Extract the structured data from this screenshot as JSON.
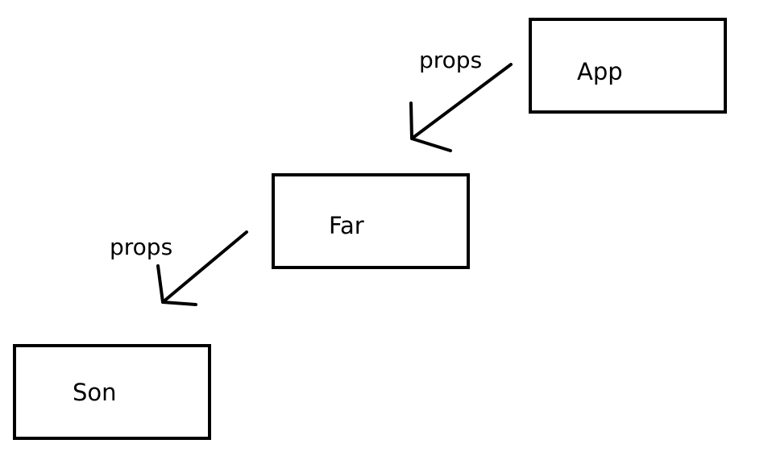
{
  "diagram": {
    "nodes": {
      "app": {
        "label": "App"
      },
      "far": {
        "label": "Far"
      },
      "son": {
        "label": "Son"
      }
    },
    "edges": {
      "app_to_far": {
        "label": "props"
      },
      "far_to_son": {
        "label": "props"
      }
    },
    "colors": {
      "stroke": "#000000",
      "background": "#ffffff"
    }
  }
}
